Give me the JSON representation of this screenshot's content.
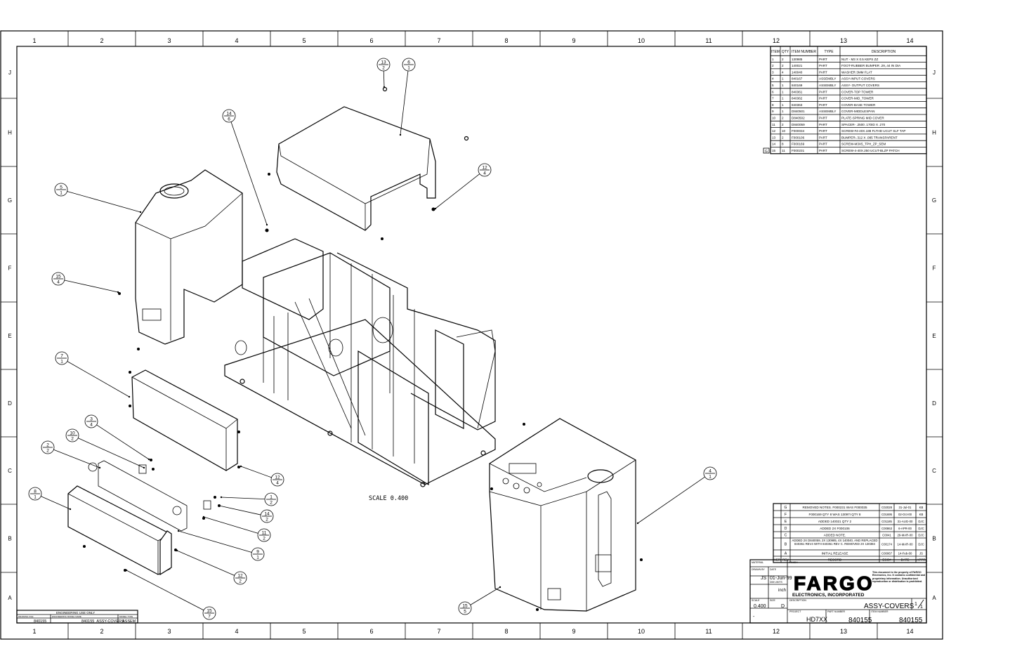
{
  "border": {
    "columns": [
      "1",
      "2",
      "3",
      "4",
      "5",
      "6",
      "7",
      "8",
      "9",
      "10",
      "11",
      "12",
      "13",
      "14"
    ],
    "rows": [
      "J",
      "H",
      "G",
      "F",
      "E",
      "D",
      "C",
      "B",
      "A"
    ]
  },
  "scale_label": "SCALE  0.400",
  "bom": {
    "headers": [
      "ITEM",
      "QTY",
      "ITEM NUMBER",
      "TYPE",
      "DESCRIPTION"
    ],
    "rows": [
      [
        "1",
        "2",
        "130985",
        "PART",
        "NUT - M3 X 0.5 KEPS ZZ"
      ],
      [
        "2",
        "2",
        "140021",
        "PART",
        "FOOT-RUBBER BUMPER .29,.44 IN DIA"
      ],
      [
        "3",
        "4",
        "140040",
        "PART",
        "WASHER 3MM FLAT"
      ],
      [
        "4",
        "1",
        "840167",
        "ASSEMBLY",
        "ASSY-INPUT-COVERS"
      ],
      [
        "5",
        "1",
        "840169",
        "ASSEMBLY",
        "ASSY- OUTPUT COVERS"
      ],
      [
        "6",
        "1",
        "840361",
        "PART",
        "COVER-TOP TOWER"
      ],
      [
        "7",
        "1",
        "840362",
        "PART",
        "COVER-MID_TOWER"
      ],
      [
        "8",
        "1",
        "840363",
        "PART",
        "COVER-BASE TOWER"
      ],
      [
        "9",
        "1",
        "D840501",
        "ASSEMBLY",
        "COVER-MIDDLESPAN"
      ],
      [
        "10",
        "2",
        "D840502",
        "PART",
        "PLATE-SPRING MID COVER"
      ],
      [
        "11",
        "2",
        "D840059",
        "PART",
        "SPACER- .2500 .170ID X .270"
      ],
      [
        "12",
        "10",
        "F000034",
        "PART",
        "SCREW-#4-40X.188 FLTHD UCUT SLF TAP"
      ],
      [
        "13",
        "2",
        "F000106",
        "PART",
        "BUMPER-.312 X .085 TRANSPARENT"
      ],
      [
        "14",
        "8",
        "F000169",
        "PART",
        "SCREW-M3X5_TPH_ZP_SEM"
      ],
      [
        "15",
        "11",
        "F000231",
        "PART",
        "SCREW-4-40X.250 UCUT-BLZP PATCH"
      ]
    ],
    "marker": "G"
  },
  "revisions": {
    "rows": [
      [
        "G",
        "REMOVED NOTES. F000231 WAS F000035",
        "C02028",
        "31-Jul-01",
        "KB"
      ],
      [
        "F",
        "F000169 QTY 8 WAS 13097I QTY 8",
        "C01695",
        "02-Oct-00",
        "KB"
      ],
      [
        "E",
        "ADDED 140021 QTY 2",
        "C01185",
        "31-AUG-00",
        "DJC"
      ],
      [
        "D",
        "ADDED 2X F000106",
        "C00863",
        "6-APR-00",
        "DJC"
      ],
      [
        "C",
        "ADDED NOTE.",
        "C0041",
        "29-MAR-00",
        "DJC"
      ],
      [
        "B",
        "ADDED 2X D840059, 2X 130985, 4X 140040, AND REPLACED 840361 REV4 WITH 840361 REV C. REMOVED 2X 130384",
        "C00174",
        "14-MAR-00",
        "DJC"
      ],
      [
        "A",
        "INITIAL RELEASE",
        "C00067",
        "14-Feb-00",
        "JS"
      ]
    ],
    "headers": [
      "VER",
      "REV",
      "RECORD",
      "ECO#",
      "DATE",
      "APPR"
    ]
  },
  "title_block": {
    "material_label": "MATERIAL",
    "finish_label": "FINISH",
    "drawn_by_label": "DRAWN BY",
    "drawn_by": "JS",
    "date_label": "DATE",
    "date": "01-Jun-99",
    "dim_units_label": "DIM UNITS",
    "dim_units": "inch",
    "company_logo": "FARGO",
    "company_name": "ELECTRONICS, INCORPORATED",
    "proprietary": "This document is the property of FARGO Electronics, Inc. It contains confidential and proprietary information. Unauthorized reproduction or distribution is prohibited.",
    "description_label": "DESCRIPTION",
    "description": "ASSY-COVERS",
    "sheet": "1",
    "sheets": "1",
    "scale_label": "SCALE",
    "scale": "0.400",
    "size_label": "SIZE",
    "size": "D",
    "dash": "-",
    "project_label": "PROJECT",
    "project": "HD7XX",
    "part_number_label": "PART NUMBER",
    "part_number": "840155",
    "item_number_label": "ITEM NUMBER",
    "item_number": "840155"
  },
  "left_block": {
    "title": "ENGINEERING USE ONLY",
    "drawing_file_label": "DRAWING FILE",
    "drawing_file": "840155",
    "model_name_label": "ENGINEERING MODEL NAME",
    "model_name": "840155_ASSY-COVERS",
    "model_type_label": "MODEL TYPE",
    "model_type": "ASSEM"
  },
  "balloons": [
    {
      "item": "13",
      "qty": "2"
    },
    {
      "item": "6",
      "qty": "1"
    },
    {
      "item": "14",
      "qty": "6"
    },
    {
      "item": "5",
      "qty": "1"
    },
    {
      "item": "12",
      "qty": "4"
    },
    {
      "item": "15",
      "qty": "4"
    },
    {
      "item": "7",
      "qty": "1"
    },
    {
      "item": "3",
      "qty": "4"
    },
    {
      "item": "10",
      "qty": "2"
    },
    {
      "item": "2",
      "qty": "2"
    },
    {
      "item": "12",
      "qty": "4"
    },
    {
      "item": "8",
      "qty": "1"
    },
    {
      "item": "1",
      "qty": "2"
    },
    {
      "item": "14",
      "qty": "2"
    },
    {
      "item": "11",
      "qty": "2"
    },
    {
      "item": "9",
      "qty": "1"
    },
    {
      "item": "12",
      "qty": "2"
    },
    {
      "item": "15",
      "qty": "7"
    },
    {
      "item": "15",
      "qty": "5"
    },
    {
      "item": "4",
      "qty": "1"
    }
  ]
}
